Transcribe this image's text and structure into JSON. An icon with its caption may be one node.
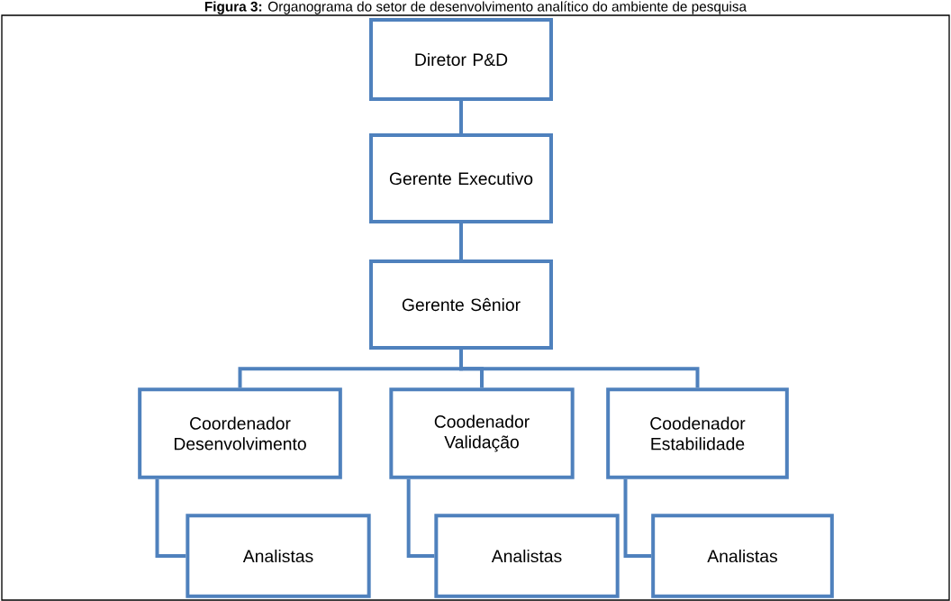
{
  "diagram": {
    "title": "**Figura 3:** Organograma do setor de desenvolvimento analítico do ambiente de pesquisa",
    "nodes": [
      {
        "text": [
          "Diretor P&D"
        ]
      },
      {
        "text": [
          "Gerente Executivo"
        ]
      },
      {
        "text": [
          "Gerente Sênior"
        ]
      },
      {
        "text": [
          "Coordenador Desenvolvimento"
        ]
      },
      {
        "text": [
          "Coodenador Validação"
        ]
      },
      {
        "text": [
          "Coodenador Estabilidade"
        ]
      },
      {
        "text": [
          "Analistas"
        ]
      },
      {
        "text": [
          "Analistas"
        ]
      },
      {
        "text": [
          "Analistas"
        ]
      }
    ],
    "edges": [
      {
        "from": 0,
        "to": 1,
        "arrow": "none"
      },
      {
        "from": 1,
        "to": 2,
        "arrow": "none"
      },
      {
        "from": 2,
        "to": 3,
        "arrow": "none"
      },
      {
        "from": 2,
        "to": 4,
        "arrow": "none"
      },
      {
        "from": 2,
        "to": 5,
        "arrow": "none"
      },
      {
        "from": 3,
        "to": 6,
        "arrow": "none"
      },
      {
        "from": 4,
        "to": 7,
        "arrow": "none"
      },
      {
        "from": 5,
        "to": 8,
        "arrow": "none"
      }
    ]
  }
}
